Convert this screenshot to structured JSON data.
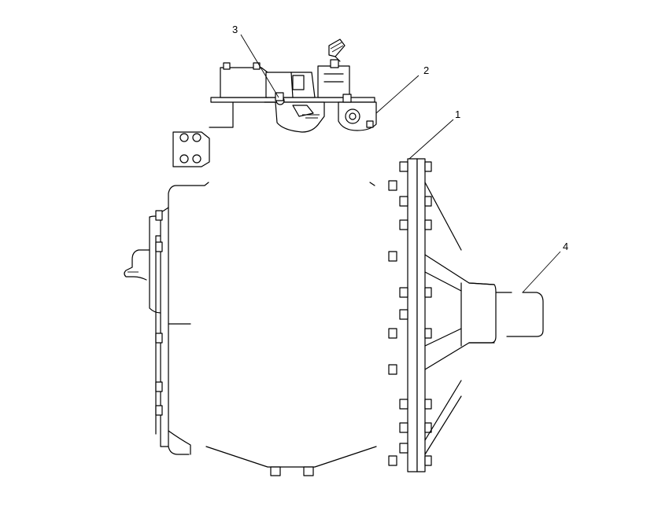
{
  "figure": {
    "callouts": [
      {
        "id": "callout-1",
        "label": "1"
      },
      {
        "id": "callout-2",
        "label": "2"
      },
      {
        "id": "callout-3",
        "label": "3"
      },
      {
        "id": "callout-4",
        "label": "4"
      }
    ]
  }
}
